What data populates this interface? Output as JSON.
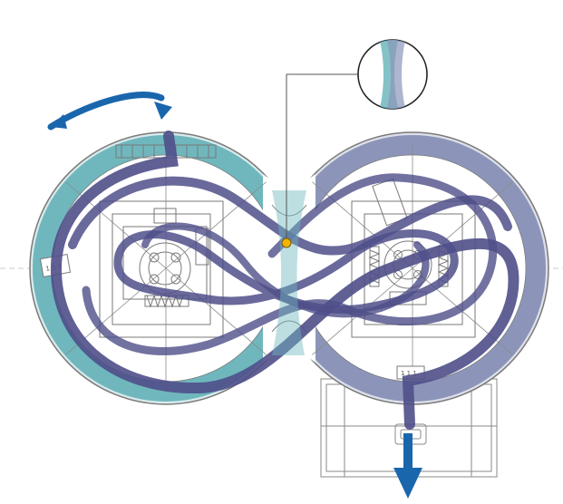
{
  "diagram": {
    "kind": "figure-eight-flow-schematic",
    "colors": {
      "left_ring": "#6fb7bd",
      "right_ring": "#8c95b9",
      "belt": "#4f4f8a",
      "belt_edge": "#34346a",
      "arrow": "#1a66ad",
      "line_art": "#8a8a8a",
      "marker": "#f2b400",
      "background": "#ffffff"
    },
    "labels": {
      "left_tag": "1 1 1",
      "right_tag": "1 1 1"
    },
    "icons": [
      "inlet-arrow-icon",
      "outlet-arrow-icon",
      "flow-marker-dot",
      "magnifier-inset"
    ]
  }
}
